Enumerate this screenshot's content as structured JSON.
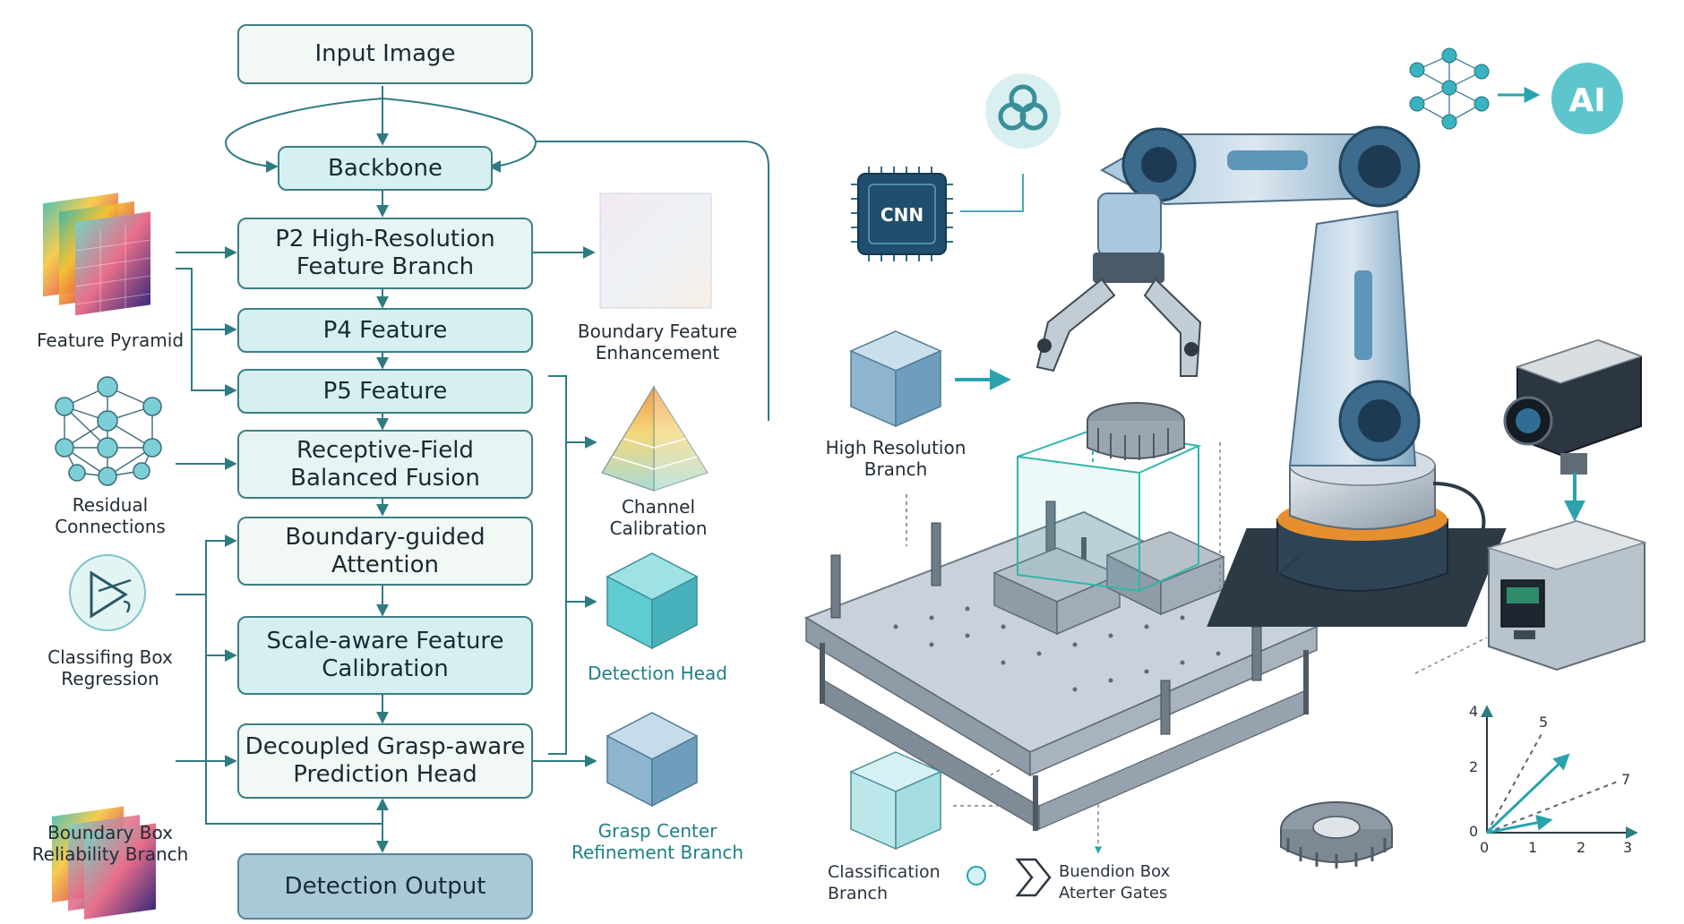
{
  "flow": {
    "input": "Input Image",
    "backbone": "Backbone",
    "p2": "P2 High-Resolution\nFeature Branch",
    "p4": "P4 Feature",
    "p5": "P5 Feature",
    "rfbf": "Receptive-Field\nBalanced Fusion",
    "bga": "Boundary-guided\nAttention",
    "safc": "Scale-aware Feature\nCalibration",
    "dgph": "Decoupled Grasp-aware\nPrediction Head",
    "output": "Detection Output"
  },
  "left_labels": {
    "feature_pyramid": "Feature Pyramid",
    "residual": "Residual\nConnections",
    "cls_box": "Classifing Box\nRegression",
    "bbox_rel": "Boundary Box\nReliability Branch"
  },
  "mid_labels": {
    "bfe": "Boundary Feature\nEnhancement",
    "channel": "Channel\nCalibration",
    "det_head": "Detection Head",
    "grasp_center": "Grasp Center\nRefinement Branch"
  },
  "right_labels": {
    "cnn": "CNN",
    "ai": "AI",
    "high_res": "High Resolution\nBranch",
    "classification": "Classification\nBranch",
    "gates": "Buendion Box\nAterter Gates"
  },
  "plot_ticks": {
    "y": [
      "4",
      "2",
      "0"
    ],
    "x": [
      "0",
      "1",
      "2",
      "3"
    ],
    "ray_labels": [
      "5",
      "7"
    ]
  },
  "colors": {
    "teal_line": "#2f7b82",
    "node_border": "#3f7f86",
    "accent_teal": "#2aa3ad",
    "cube_teal": "#5fcbd2",
    "cube_blue": "#8db5cf",
    "robot_blue": "#8fb6d3",
    "orange_ring": "#e78f2e"
  },
  "icons": [
    "feature-pyramid-icon",
    "neural-net-icon",
    "regression-icon",
    "cnn-chip-icon",
    "openai-logo-icon",
    "ai-badge-icon",
    "camera-icon",
    "controller-box-icon",
    "gear-icon",
    "robot-arm-icon"
  ]
}
